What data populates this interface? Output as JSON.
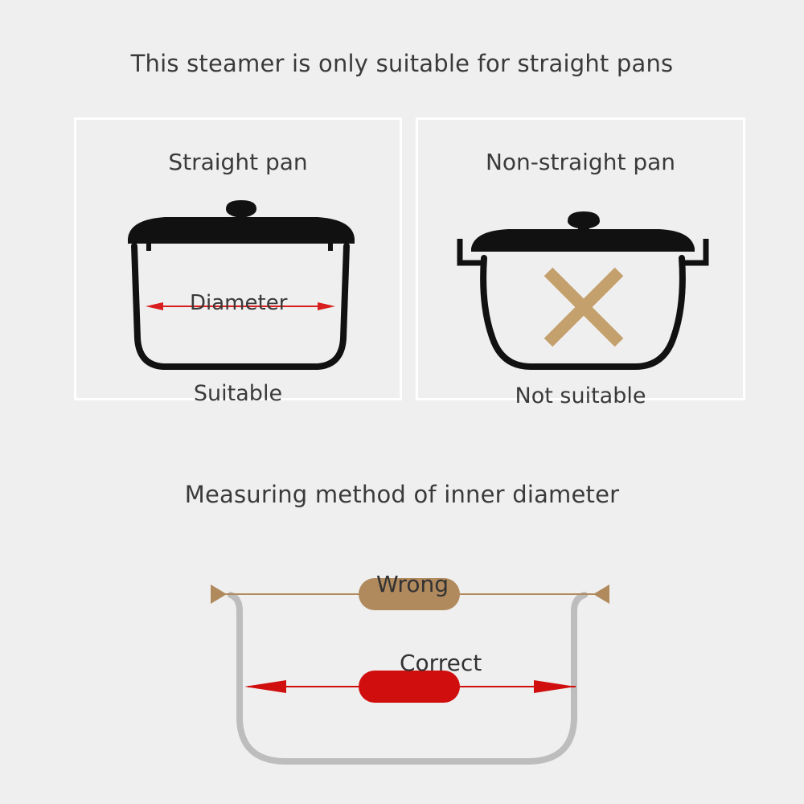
{
  "main_title": "This steamer is only suitable for straight pans",
  "left_panel": {
    "title": "Straight pan",
    "diameter_label": "Diameter",
    "caption": "Suitable"
  },
  "right_panel": {
    "title": "Non-straight pan",
    "caption": "Not suitable",
    "cross_icon": "cross-icon"
  },
  "measure": {
    "title": "Measuring method of inner diameter",
    "wrong_label": "Wrong",
    "correct_label": "Correct"
  },
  "colors": {
    "background": "#efefef",
    "pot_outline": "#111111",
    "diameter_arrow": "#d81e1e",
    "cross": "#c4a06c",
    "wrong": "#b08a5d",
    "correct": "#d00e0e",
    "measure_pot": "#bdbdbd"
  }
}
